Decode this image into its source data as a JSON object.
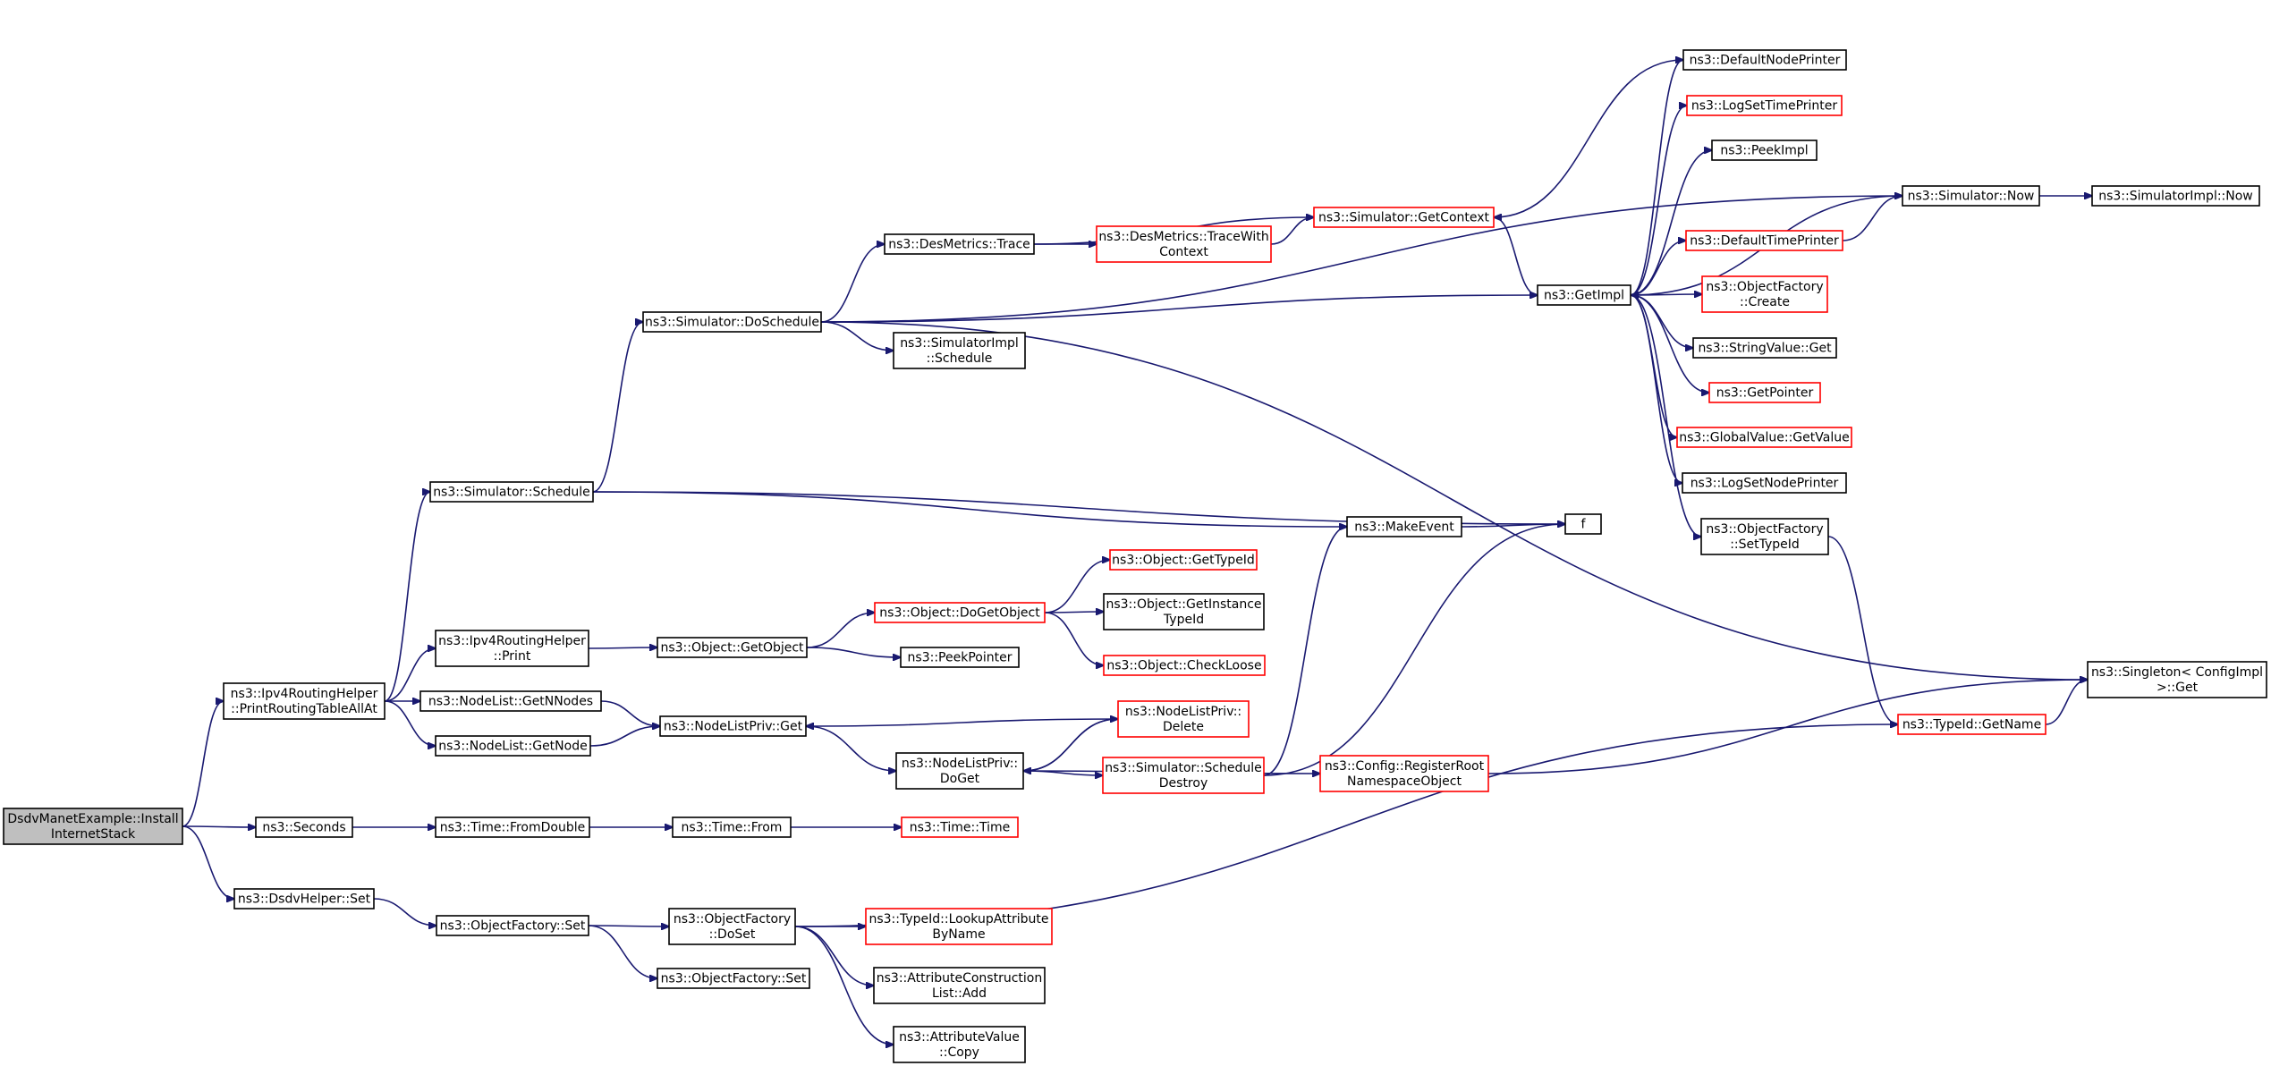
{
  "colors": {
    "edge": "#191970",
    "node_border": "#000000",
    "truncated_border": "#ff0000",
    "root_fill": "#bfbfbf",
    "background": "#ffffff"
  },
  "nodes": [
    {
      "id": "n0",
      "lines": [
        "DsdvManetExample::Install",
        "InternetStack"
      ],
      "style": "root"
    },
    {
      "id": "n1",
      "lines": [
        "ns3::Ipv4RoutingHelper",
        "::PrintRoutingTableAllAt"
      ],
      "style": "normal"
    },
    {
      "id": "n2",
      "lines": [
        "ns3::Seconds"
      ],
      "style": "normal"
    },
    {
      "id": "n3",
      "lines": [
        "ns3::DsdvHelper::Set"
      ],
      "style": "normal"
    },
    {
      "id": "n4",
      "lines": [
        "ns3::Simulator::Schedule"
      ],
      "style": "normal"
    },
    {
      "id": "n5",
      "lines": [
        "ns3::Ipv4RoutingHelper",
        "::Print"
      ],
      "style": "normal"
    },
    {
      "id": "n6",
      "lines": [
        "ns3::NodeList::GetNNodes"
      ],
      "style": "normal"
    },
    {
      "id": "n7",
      "lines": [
        "ns3::NodeList::GetNode"
      ],
      "style": "normal"
    },
    {
      "id": "n8",
      "lines": [
        "ns3::Time::FromDouble"
      ],
      "style": "normal"
    },
    {
      "id": "n9",
      "lines": [
        "ns3::ObjectFactory::Set"
      ],
      "style": "normal"
    },
    {
      "id": "n10",
      "lines": [
        "ns3::Simulator::DoSchedule"
      ],
      "style": "normal"
    },
    {
      "id": "n11",
      "lines": [
        "ns3::Object::GetObject"
      ],
      "style": "normal"
    },
    {
      "id": "n12",
      "lines": [
        "ns3::NodeListPriv::Get"
      ],
      "style": "normal"
    },
    {
      "id": "n13",
      "lines": [
        "ns3::Time::From"
      ],
      "style": "normal"
    },
    {
      "id": "n14",
      "lines": [
        "ns3::ObjectFactory",
        "::DoSet"
      ],
      "style": "normal"
    },
    {
      "id": "n15",
      "lines": [
        "ns3::ObjectFactory::Set"
      ],
      "style": "normal"
    },
    {
      "id": "n16",
      "lines": [
        "ns3::DesMetrics::Trace"
      ],
      "style": "normal"
    },
    {
      "id": "n17",
      "lines": [
        "ns3::SimulatorImpl",
        "::Schedule"
      ],
      "style": "normal"
    },
    {
      "id": "n18",
      "lines": [
        "ns3::Object::DoGetObject"
      ],
      "style": "red"
    },
    {
      "id": "n19",
      "lines": [
        "ns3::PeekPointer"
      ],
      "style": "normal"
    },
    {
      "id": "n20",
      "lines": [
        "ns3::NodeListPriv::",
        "DoGet"
      ],
      "style": "normal"
    },
    {
      "id": "n21",
      "lines": [
        "ns3::Time::Time"
      ],
      "style": "red"
    },
    {
      "id": "n22",
      "lines": [
        "ns3::TypeId::LookupAttribute",
        "ByName"
      ],
      "style": "red"
    },
    {
      "id": "n23",
      "lines": [
        "ns3::AttributeConstruction",
        "List::Add"
      ],
      "style": "normal"
    },
    {
      "id": "n24",
      "lines": [
        "ns3::AttributeValue",
        "::Copy"
      ],
      "style": "normal"
    },
    {
      "id": "n25",
      "lines": [
        "ns3::DesMetrics::TraceWith",
        "Context"
      ],
      "style": "red"
    },
    {
      "id": "n26",
      "lines": [
        "ns3::Object::GetTypeId"
      ],
      "style": "red"
    },
    {
      "id": "n27",
      "lines": [
        "ns3::Object::GetInstance",
        "TypeId"
      ],
      "style": "normal"
    },
    {
      "id": "n28",
      "lines": [
        "ns3::Object::CheckLoose"
      ],
      "style": "red"
    },
    {
      "id": "n29",
      "lines": [
        "ns3::NodeListPriv::",
        "Delete"
      ],
      "style": "red"
    },
    {
      "id": "n30",
      "lines": [
        "ns3::Simulator::Schedule",
        "Destroy"
      ],
      "style": "red"
    },
    {
      "id": "n31",
      "lines": [
        "ns3::Simulator::GetContext"
      ],
      "style": "red"
    },
    {
      "id": "n32",
      "lines": [
        "ns3::MakeEvent"
      ],
      "style": "normal"
    },
    {
      "id": "n33",
      "lines": [
        "ns3::Config::RegisterRoot",
        "NamespaceObject"
      ],
      "style": "red"
    },
    {
      "id": "n34",
      "lines": [
        "ns3::GetImpl"
      ],
      "style": "normal"
    },
    {
      "id": "n35",
      "lines": [
        "f"
      ],
      "style": "normal"
    },
    {
      "id": "n36",
      "lines": [
        "ns3::DefaultNodePrinter"
      ],
      "style": "normal"
    },
    {
      "id": "n37",
      "lines": [
        "ns3::LogSetTimePrinter"
      ],
      "style": "red"
    },
    {
      "id": "n38",
      "lines": [
        "ns3::PeekImpl"
      ],
      "style": "normal"
    },
    {
      "id": "n39",
      "lines": [
        "ns3::DefaultTimePrinter"
      ],
      "style": "red"
    },
    {
      "id": "n40",
      "lines": [
        "ns3::ObjectFactory",
        "::Create"
      ],
      "style": "red"
    },
    {
      "id": "n41",
      "lines": [
        "ns3::StringValue::Get"
      ],
      "style": "normal"
    },
    {
      "id": "n42",
      "lines": [
        "ns3::GetPointer"
      ],
      "style": "red"
    },
    {
      "id": "n43",
      "lines": [
        "ns3::GlobalValue::GetValue"
      ],
      "style": "red"
    },
    {
      "id": "n44",
      "lines": [
        "ns3::LogSetNodePrinter"
      ],
      "style": "normal"
    },
    {
      "id": "n45",
      "lines": [
        "ns3::ObjectFactory",
        "::SetTypeId"
      ],
      "style": "normal"
    },
    {
      "id": "n46",
      "lines": [
        "ns3::Simulator::Now"
      ],
      "style": "normal"
    },
    {
      "id": "n47",
      "lines": [
        "ns3::TypeId::GetName"
      ],
      "style": "red"
    },
    {
      "id": "n48",
      "lines": [
        "ns3::SimulatorImpl::Now"
      ],
      "style": "normal"
    },
    {
      "id": "n49",
      "lines": [
        "ns3::Singleton< ConfigImpl",
        " >::Get"
      ],
      "style": "normal"
    }
  ],
  "edges": [
    [
      "n0",
      "n1"
    ],
    [
      "n0",
      "n2"
    ],
    [
      "n0",
      "n3"
    ],
    [
      "n1",
      "n4"
    ],
    [
      "n1",
      "n5"
    ],
    [
      "n1",
      "n6"
    ],
    [
      "n1",
      "n7"
    ],
    [
      "n2",
      "n8"
    ],
    [
      "n3",
      "n9"
    ],
    [
      "n4",
      "n10"
    ],
    [
      "n4",
      "n32"
    ],
    [
      "n4",
      "n35"
    ],
    [
      "n5",
      "n11"
    ],
    [
      "n6",
      "n12"
    ],
    [
      "n7",
      "n12"
    ],
    [
      "n8",
      "n13"
    ],
    [
      "n9",
      "n14"
    ],
    [
      "n9",
      "n15"
    ],
    [
      "n10",
      "n16"
    ],
    [
      "n10",
      "n17"
    ],
    [
      "n10",
      "n34"
    ],
    [
      "n10",
      "n46"
    ],
    [
      "n10",
      "n49"
    ],
    [
      "n11",
      "n18"
    ],
    [
      "n11",
      "n19"
    ],
    [
      "n12",
      "n20"
    ],
    [
      "n13",
      "n21"
    ],
    [
      "n14",
      "n22"
    ],
    [
      "n14",
      "n23"
    ],
    [
      "n14",
      "n24"
    ],
    [
      "n14",
      "n47"
    ],
    [
      "n16",
      "n25"
    ],
    [
      "n16",
      "n31"
    ],
    [
      "n18",
      "n26"
    ],
    [
      "n18",
      "n27"
    ],
    [
      "n18",
      "n28"
    ],
    [
      "n20",
      "n29"
    ],
    [
      "n20",
      "n30"
    ],
    [
      "n20",
      "n33"
    ],
    [
      "n25",
      "n31"
    ],
    [
      "n29",
      "n12"
    ],
    [
      "n29",
      "n20"
    ],
    [
      "n30",
      "n32"
    ],
    [
      "n30",
      "n35"
    ],
    [
      "n31",
      "n34"
    ],
    [
      "n32",
      "n35"
    ],
    [
      "n33",
      "n49"
    ],
    [
      "n34",
      "n36"
    ],
    [
      "n34",
      "n37"
    ],
    [
      "n34",
      "n38"
    ],
    [
      "n34",
      "n39"
    ],
    [
      "n34",
      "n40"
    ],
    [
      "n34",
      "n41"
    ],
    [
      "n34",
      "n42"
    ],
    [
      "n34",
      "n43"
    ],
    [
      "n34",
      "n44"
    ],
    [
      "n34",
      "n45"
    ],
    [
      "n36",
      "n31"
    ],
    [
      "n39",
      "n46"
    ],
    [
      "n45",
      "n47"
    ],
    [
      "n46",
      "n34"
    ],
    [
      "n46",
      "n48"
    ],
    [
      "n47",
      "n49"
    ]
  ]
}
